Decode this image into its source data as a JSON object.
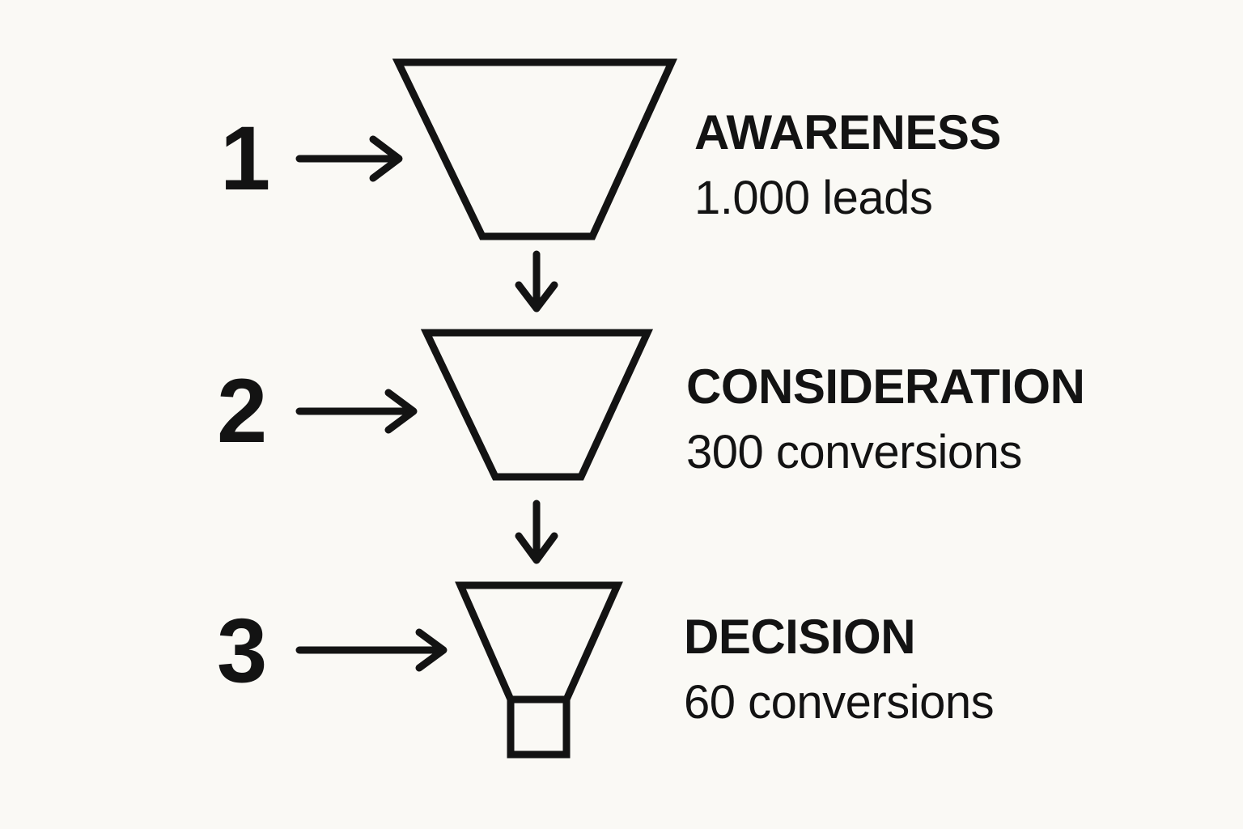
{
  "page": {
    "title": "Marketing Funnel Diagram",
    "background_color": "#faf9f5",
    "ink_color": "#131313"
  },
  "stages": [
    {
      "number": "1",
      "title": "AWARENESS",
      "metric": "1.000 leads",
      "arrow_icon": "arrow-right-icon"
    },
    {
      "number": "2",
      "title": "CONSIDERATION",
      "metric": "300 conversions",
      "arrow_icon": "arrow-right-icon"
    },
    {
      "number": "3",
      "title": "DECISION",
      "metric": "60 conversions",
      "arrow_icon": "arrow-right-icon"
    }
  ],
  "connectors": [
    {
      "icon": "arrow-down-icon",
      "from": "1",
      "to": "2"
    },
    {
      "icon": "arrow-down-icon",
      "from": "2",
      "to": "3"
    }
  ],
  "chart_data": {
    "type": "funnel",
    "title": "Marketing Funnel",
    "categories": [
      "AWARENESS",
      "CONSIDERATION",
      "DECISION"
    ],
    "values": [
      1000,
      300,
      60
    ],
    "value_labels": [
      "1.000 leads",
      "300 conversions",
      "60 conversions"
    ],
    "units": [
      "leads",
      "conversions",
      "conversions"
    ],
    "step_numbers": [
      "1",
      "2",
      "3"
    ],
    "legend": "none",
    "grid": false,
    "xlabel": "",
    "ylabel": ""
  }
}
